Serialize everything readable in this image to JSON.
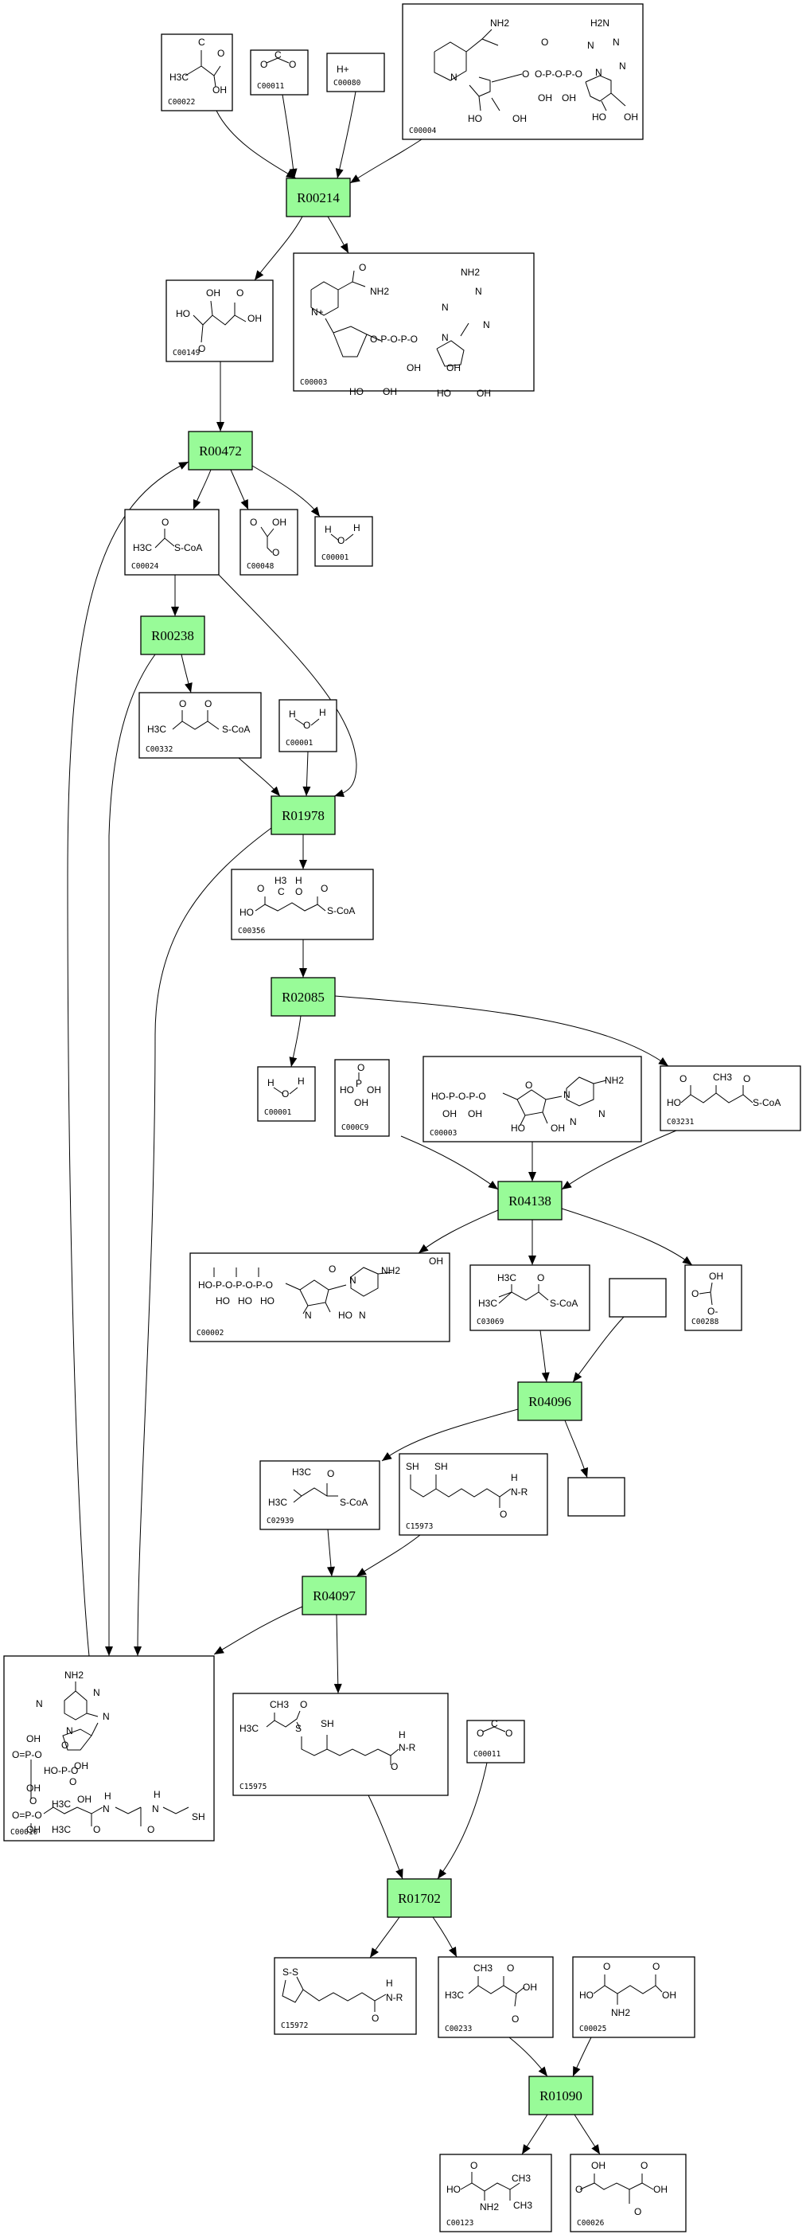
{
  "diagram": {
    "title": "Leucine degradation pathway map",
    "colors": {
      "reaction_fill": "#98fb98",
      "compound_fill": "#ffffff",
      "stroke": "#000000"
    },
    "reactions": [
      {
        "id": "R00214",
        "label": "R00214"
      },
      {
        "id": "R00472",
        "label": "R00472"
      },
      {
        "id": "R00238",
        "label": "R00238"
      },
      {
        "id": "R01978",
        "label": "R01978"
      },
      {
        "id": "R02085",
        "label": "R02085"
      },
      {
        "id": "R04138",
        "label": "R04138"
      },
      {
        "id": "R04096",
        "label": "R04096"
      },
      {
        "id": "R04097",
        "label": "R04097"
      },
      {
        "id": "R01702",
        "label": "R01702"
      },
      {
        "id": "R01090",
        "label": "R01090"
      }
    ],
    "compounds": [
      {
        "key": "c00022",
        "label": "C00022",
        "formula": [
          "C",
          "H3C",
          "O",
          "OH"
        ]
      },
      {
        "key": "c00011a",
        "label": "C00011",
        "formula": [
          "O",
          "C",
          "O"
        ]
      },
      {
        "key": "c00080",
        "label": "C00080",
        "formula": [
          "H+"
        ]
      },
      {
        "key": "c00004",
        "label": "C00004",
        "formula": [
          "NH2",
          "O",
          "N",
          "O",
          "O-P-O-P-O",
          "OH",
          "OH",
          "HO",
          "OH",
          "H2N",
          "N",
          "N",
          "N",
          "N",
          "HO",
          "OH"
        ]
      },
      {
        "key": "c00149",
        "label": "C00149",
        "formula": [
          "OH",
          "O",
          "HO",
          "OH",
          "O"
        ]
      },
      {
        "key": "c00003a",
        "label": "C00003",
        "formula": [
          "O",
          "NH2",
          "N+",
          "O-P-O-P-O",
          "OH",
          "OH",
          "HO",
          "OH",
          "NH2",
          "N",
          "N",
          "N",
          "N",
          "HO",
          "OH"
        ]
      },
      {
        "key": "c00024",
        "label": "C00024",
        "formula": [
          "O",
          "H3C",
          "S-CoA"
        ]
      },
      {
        "key": "c00048",
        "label": "C00048",
        "formula": [
          "O",
          "OH",
          "O"
        ]
      },
      {
        "key": "c00001a",
        "label": "C00001",
        "formula": [
          "H",
          "O",
          "H"
        ]
      },
      {
        "key": "c00332",
        "label": "C00332",
        "formula": [
          "O",
          "O",
          "H3C",
          "S-CoA"
        ]
      },
      {
        "key": "c00001b",
        "label": "C00001",
        "formula": [
          "H",
          "O",
          "H"
        ]
      },
      {
        "key": "c00356",
        "label": "C00356",
        "formula": [
          "H3",
          "H",
          "O",
          "C",
          "O",
          "O",
          "HO",
          "S-CoA"
        ]
      },
      {
        "key": "c00001c",
        "label": "C00001",
        "formula": [
          "H",
          "O",
          "H"
        ]
      },
      {
        "key": "c00009",
        "label": "C000C9",
        "formula": [
          "O",
          "HO",
          "P",
          "OH",
          "OH"
        ]
      },
      {
        "key": "c00003b",
        "label": "C00003",
        "formula": [
          "HO-P-O-P-O",
          "OH",
          "OH",
          "O",
          "N",
          "NH2",
          "N",
          "N",
          "HO",
          "OH"
        ]
      },
      {
        "key": "c03231",
        "label": "C03231",
        "formula": [
          "O",
          "CH3",
          "O",
          "HO",
          "S-CoA"
        ]
      },
      {
        "key": "c00002",
        "label": "C00002",
        "formula": [
          "HO-P-O-P-O-P-O",
          "HO",
          "HO",
          "HO",
          "O",
          "N",
          "NH2",
          "N",
          "N",
          "HO",
          "OH"
        ]
      },
      {
        "key": "c03069",
        "label": "C03069",
        "formula": [
          "H3C",
          "O",
          "H3C",
          "S-CoA"
        ]
      },
      {
        "key": "empty1",
        "label": "",
        "formula": []
      },
      {
        "key": "c00288",
        "label": "C00288",
        "formula": [
          "OH",
          "O",
          "O-"
        ]
      },
      {
        "key": "c02939",
        "label": "C02939",
        "formula": [
          "H3C",
          "O",
          "H3C",
          "S-CoA"
        ]
      },
      {
        "key": "c15973",
        "label": "C15973",
        "formula": [
          "SH",
          "SH",
          "H",
          "N-R",
          "O"
        ]
      },
      {
        "key": "empty2",
        "label": "",
        "formula": []
      },
      {
        "key": "c00010",
        "label": "C00010",
        "formula": [
          "NH2",
          "N",
          "N",
          "N",
          "N",
          "OH",
          "O=P-O",
          "O",
          "OH",
          "HO-P-O",
          "O",
          "OH",
          "O",
          "O=P-O",
          "OH",
          "H3C",
          "OH",
          "H3C",
          "H",
          "N",
          "O",
          "H",
          "N",
          "O",
          "SH"
        ]
      },
      {
        "key": "c15975",
        "label": "C15975",
        "formula": [
          "CH3",
          "O",
          "H3C",
          "S",
          "SH",
          "H",
          "N-R",
          "O"
        ]
      },
      {
        "key": "c00011b",
        "label": "C00011",
        "formula": [
          "O",
          "C",
          "O"
        ]
      },
      {
        "key": "c15972",
        "label": "C15972",
        "formula": [
          "S-S",
          "H",
          "N-R",
          "O"
        ]
      },
      {
        "key": "c00233",
        "label": "C00233",
        "formula": [
          "CH3",
          "O",
          "H3C",
          "OH",
          "O"
        ]
      },
      {
        "key": "c00025",
        "label": "C00025",
        "formula": [
          "O",
          "O",
          "HO",
          "OH",
          "NH2"
        ]
      },
      {
        "key": "c00123",
        "label": "C00123",
        "formula": [
          "O",
          "HO",
          "CH3",
          "NH2",
          "CH3"
        ]
      },
      {
        "key": "c00026",
        "label": "C00026",
        "formula": [
          "OH",
          "O",
          "O",
          "OH",
          "O"
        ]
      }
    ],
    "edges": [
      [
        "c00022",
        "R00214"
      ],
      [
        "c00011a",
        "R00214"
      ],
      [
        "c00080",
        "R00214"
      ],
      [
        "c00004",
        "R00214"
      ],
      [
        "R00214",
        "c00149"
      ],
      [
        "R00214",
        "c00003a"
      ],
      [
        "c00149",
        "R00472"
      ],
      [
        "R00472",
        "c00024"
      ],
      [
        "R00472",
        "c00048"
      ],
      [
        "R00472",
        "c00001a"
      ],
      [
        "c00010",
        "R00472"
      ],
      [
        "c00024",
        "R00238"
      ],
      [
        "c00024",
        "R01978"
      ],
      [
        "R00238",
        "c00332"
      ],
      [
        "R00238",
        "c00010"
      ],
      [
        "c00332",
        "R01978"
      ],
      [
        "c00001b",
        "R01978"
      ],
      [
        "R01978",
        "c00356"
      ],
      [
        "R01978",
        "c00010"
      ],
      [
        "c00356",
        "R02085"
      ],
      [
        "R02085",
        "c00001c"
      ],
      [
        "R02085",
        "c03231"
      ],
      [
        "c00009",
        "R04138"
      ],
      [
        "c00003b",
        "R04138"
      ],
      [
        "c03231",
        "R04138"
      ],
      [
        "R04138",
        "c00002"
      ],
      [
        "R04138",
        "c03069"
      ],
      [
        "R04138",
        "c00288"
      ],
      [
        "c03069",
        "R04096"
      ],
      [
        "empty1",
        "R04096"
      ],
      [
        "R04096",
        "c02939"
      ],
      [
        "R04096",
        "empty2"
      ],
      [
        "c02939",
        "R04097"
      ],
      [
        "c15973",
        "R04097"
      ],
      [
        "R04097",
        "c00010"
      ],
      [
        "R04097",
        "c15975"
      ],
      [
        "c15975",
        "R01702"
      ],
      [
        "c00011b",
        "R01702"
      ],
      [
        "R01702",
        "c15972"
      ],
      [
        "R01702",
        "c00233"
      ],
      [
        "c00233",
        "R01090"
      ],
      [
        "c00025",
        "R01090"
      ],
      [
        "R01090",
        "c00123"
      ],
      [
        "R01090",
        "c00026"
      ]
    ]
  }
}
